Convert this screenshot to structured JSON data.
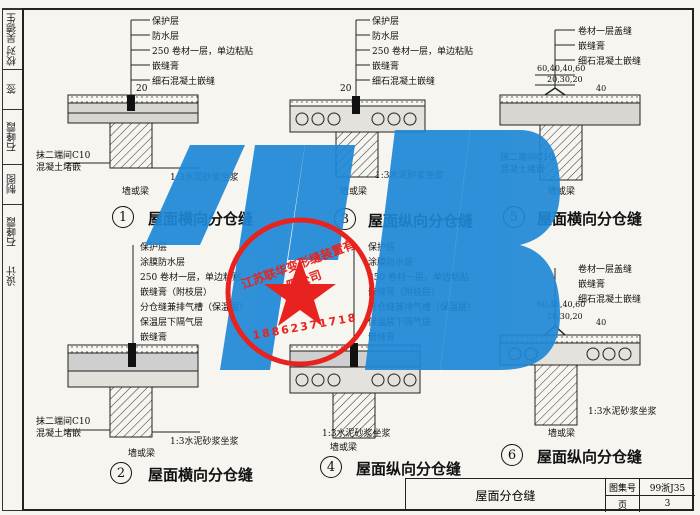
{
  "sidebar": {
    "cells": [
      "校对 吴德生",
      "签",
      "石峰霞",
      "制图",
      "石峰霞",
      "设计"
    ]
  },
  "detail1": {
    "layers": [
      "保护层",
      "防水层",
      "250 卷材一层，单边粘贴",
      "嵌缝膏",
      "细石混凝土嵌缝"
    ],
    "dim": "20",
    "note_left": [
      "抹二端间C10",
      "混凝土堵嵌"
    ],
    "note_mortar": "1:3水泥砂浆坐浆",
    "beam": "墙或梁",
    "number": "1",
    "title": "屋面横向分仓缝"
  },
  "detail3": {
    "layers": [
      "保护层",
      "防水层",
      "250 卷材一层，单边粘贴",
      "嵌缝膏",
      "细石混凝土嵌缝"
    ],
    "dim": "20",
    "note_mortar": "1:3水泥砂浆坐浆",
    "beam": "墙或梁",
    "number": "3",
    "title": "屋面纵向分仓缝"
  },
  "detail5": {
    "layers": [
      "卷材一层盖缝",
      "嵌缝膏",
      "细石混凝土嵌缝"
    ],
    "dims": "60,40,40,60",
    "dims2": "20,30,20",
    "dim3": "40",
    "note_left": [
      "抹二端间C10",
      "混凝土堵嵌"
    ],
    "beam": "墙或梁",
    "number": "5",
    "title": "屋面横向分仓缝"
  },
  "detail2": {
    "layers": [
      "保护层",
      "涂膜防水层",
      "250 卷材一层，单边粘贴",
      "嵌缝膏（附枝层）",
      "分仓缝兼排气槽（保温层）",
      "保温层下隔气层",
      "嵌缝膏"
    ],
    "note_left": [
      "抹二端间C10",
      "混凝土堵嵌"
    ],
    "note_mortar": "1:3水泥砂浆坐浆",
    "beam": "墙或梁",
    "number": "2",
    "title": "屋面横向分仓缝"
  },
  "detail4": {
    "layers": [
      "保护层",
      "涂膜防水层",
      "250 卷材一层，单边粘贴",
      "嵌缝膏（附枝层）",
      "分仓缝兼排气槽（保温层）",
      "保温层下隔气层",
      "嵌缝膏"
    ],
    "note_mortar": "1:3水泥砂浆坐浆",
    "beam": "墙或梁",
    "number": "4",
    "title": "屋面纵向分仓缝"
  },
  "detail6": {
    "layers": [
      "卷材一层盖缝",
      "嵌缝膏",
      "细石混凝土嵌缝"
    ],
    "dims": "60,40,40,60",
    "dims2": "20,30,20",
    "dim3": "40",
    "note_mortar": "1:3水泥砂浆坐浆",
    "beam": "墙或梁",
    "number": "6",
    "title": "屋面纵向分仓缝"
  },
  "titleblock": {
    "main": "屋面分仓缝",
    "atlas_label": "图集号",
    "atlas_value": "99浙J35",
    "page_label": "页",
    "page_value": "3"
  },
  "watermark": {
    "company": "江苏联华变形缝装置有限公司",
    "phone": "18862371718",
    "colors": {
      "blue": "#1e88d6",
      "red": "#e8231f"
    }
  }
}
